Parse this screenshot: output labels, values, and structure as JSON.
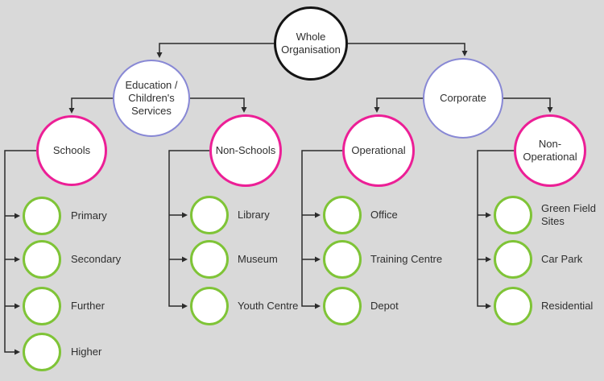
{
  "colors": {
    "background": "#d9d9d9",
    "node_fill": "#ffffff",
    "root_border": "#141414",
    "level2_border": "#8888d5",
    "level3_border": "#ec1f96",
    "leaf_border": "#7fc437",
    "line": "#2b2b2b",
    "text": "#2f2f2f"
  },
  "nodes": {
    "root": {
      "label": "Whole Organisation"
    },
    "education": {
      "label": "Education / Children's Services"
    },
    "corporate": {
      "label": "Corporate"
    },
    "schools": {
      "label": "Schools"
    },
    "non_schools": {
      "label": "Non-Schools"
    },
    "operational": {
      "label": "Operational"
    },
    "non_operational": {
      "label": "Non-Operational"
    }
  },
  "leaves": {
    "schools": [
      "Primary",
      "Secondary",
      "Further",
      "Higher"
    ],
    "non_schools": [
      "Library",
      "Museum",
      "Youth Centre"
    ],
    "operational": [
      "Office",
      "Training Centre",
      "Depot"
    ],
    "non_operational": [
      "Green Field Sites",
      "Car Park",
      "Residential"
    ]
  }
}
